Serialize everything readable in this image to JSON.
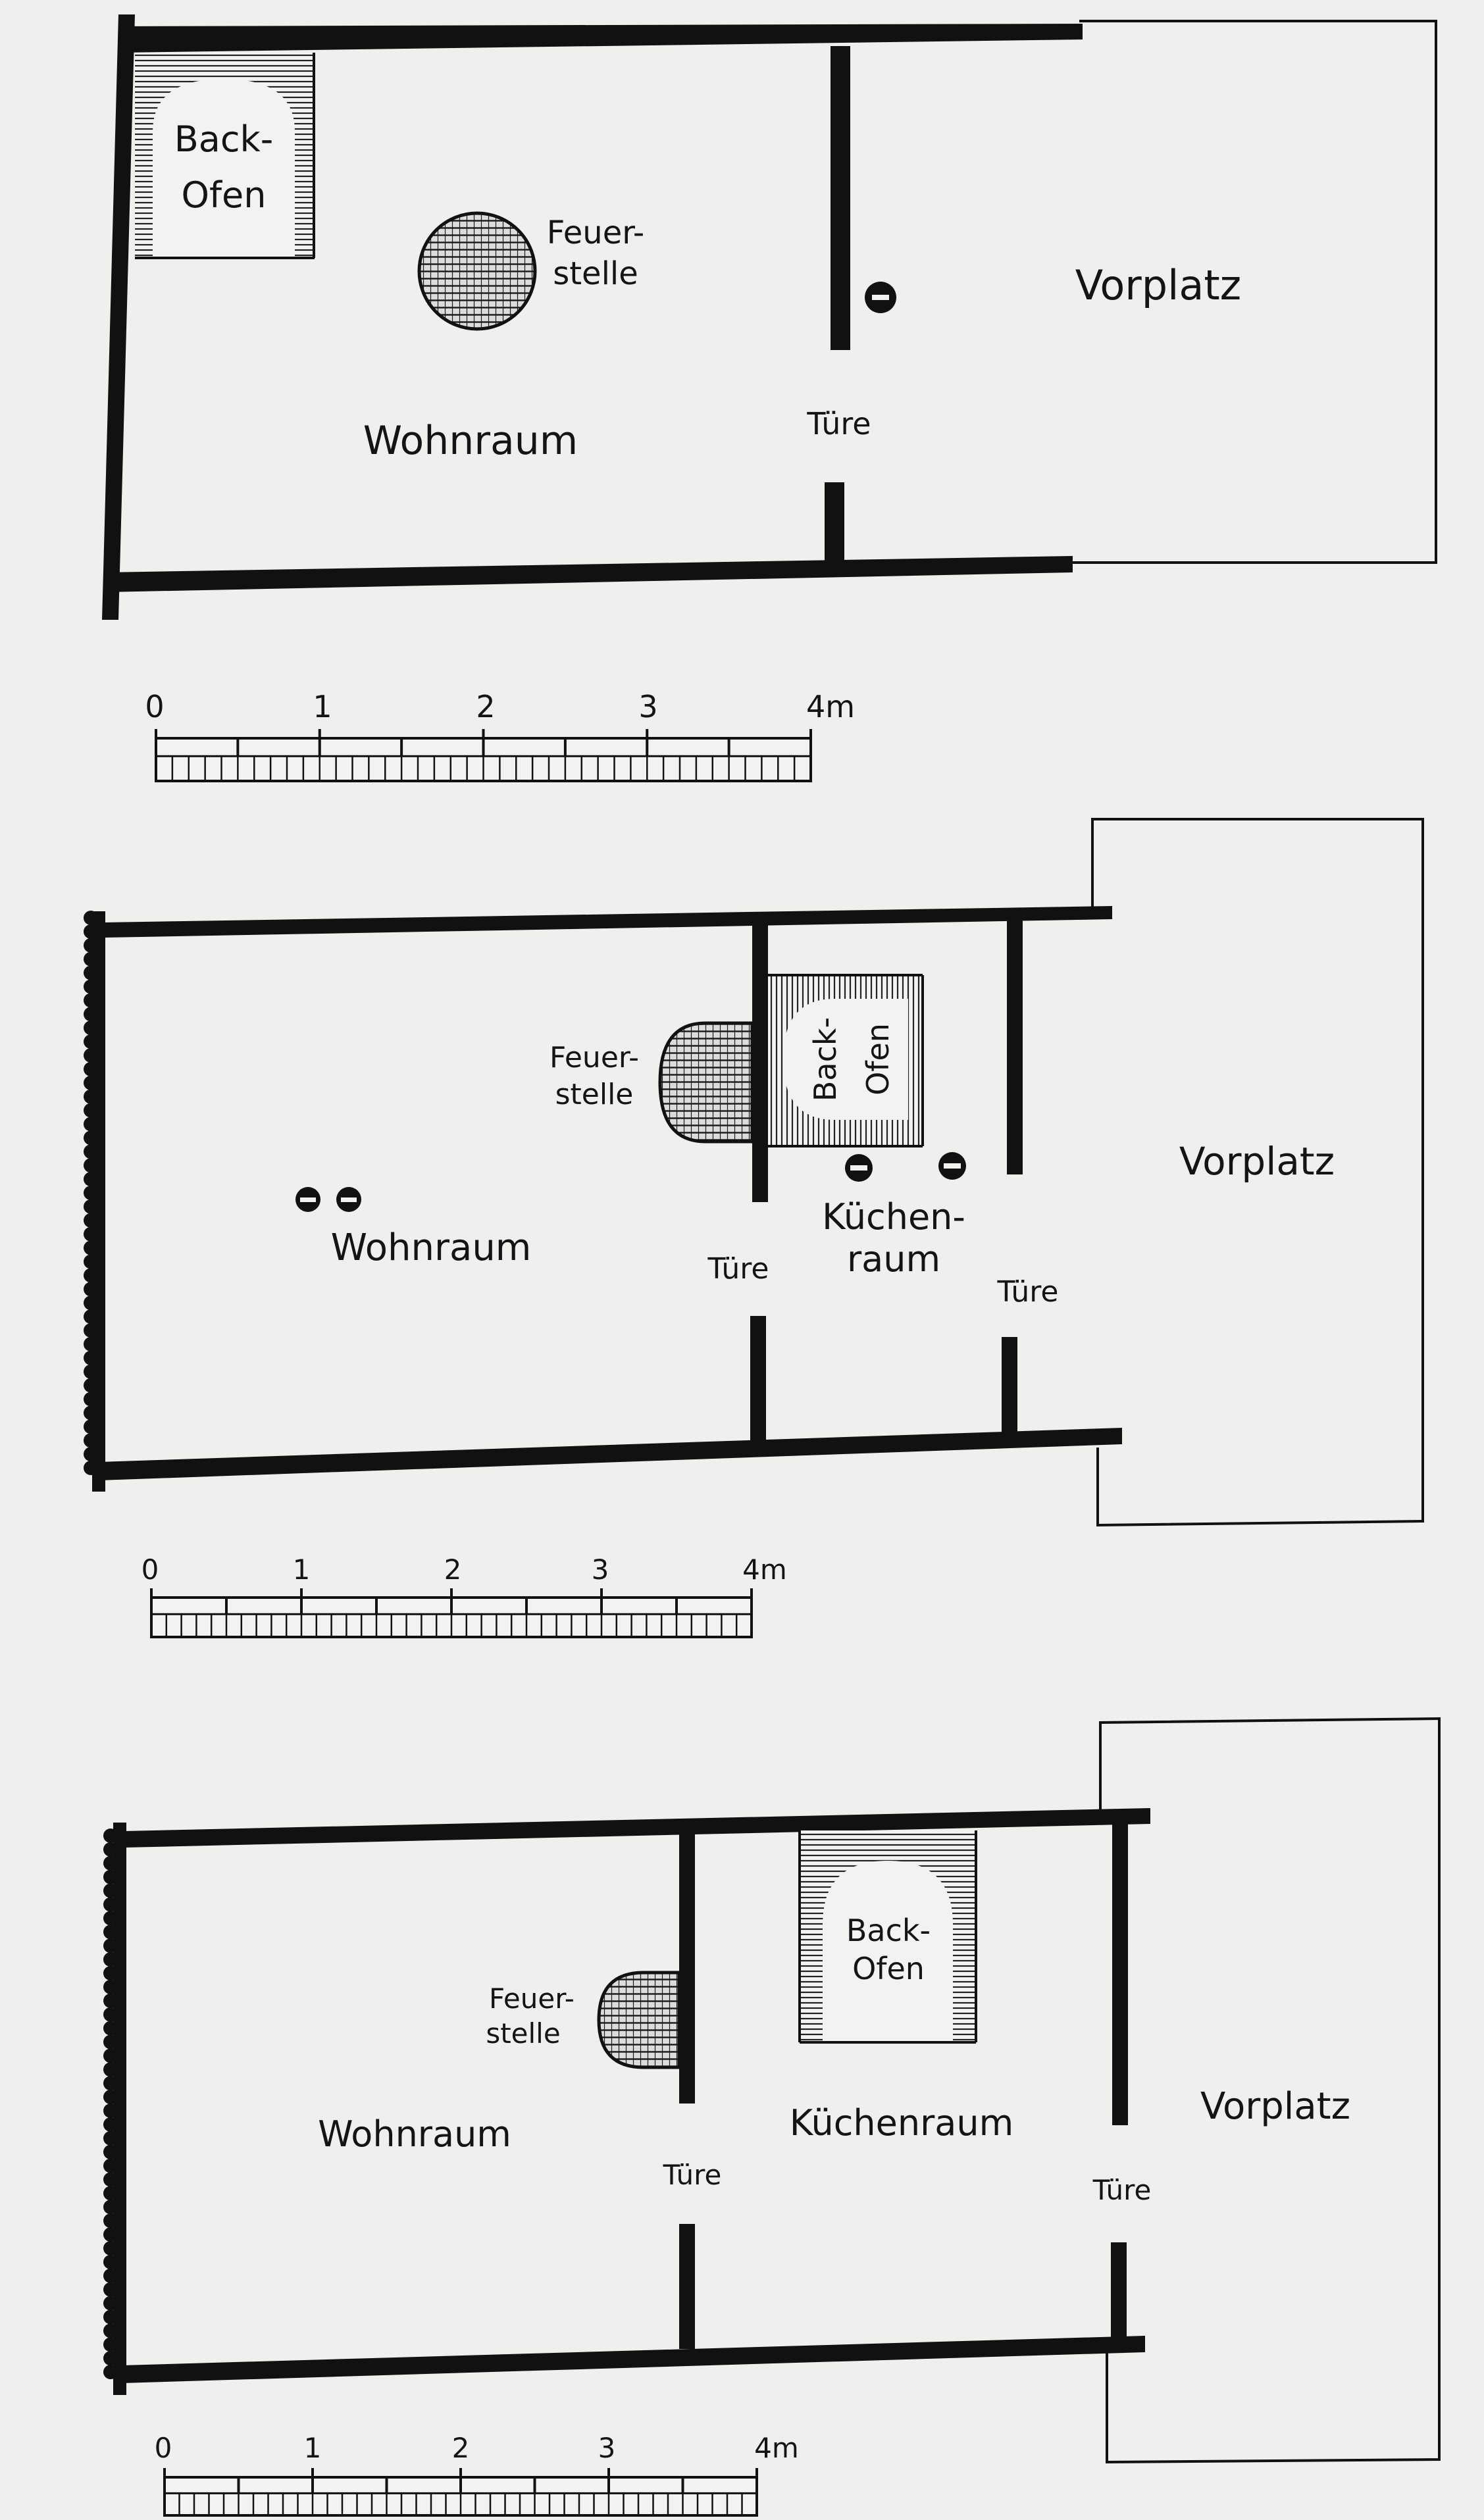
{
  "plans": [
    {
      "back_ofen_lines": [
        "Back-",
        "Ofen"
      ],
      "feuerstelle_lines": [
        "Feuer-",
        "stelle"
      ],
      "wohnraum": "Wohnraum",
      "tuere": "Türe",
      "vorplatz": "Vorplatz",
      "scale": {
        "ticks": [
          "0",
          "1",
          "2",
          "3",
          "4m"
        ]
      }
    },
    {
      "back_ofen_lines": [
        "Back-",
        "Ofen"
      ],
      "feuerstelle_lines": [
        "Feuer-",
        "stelle"
      ],
      "wohnraum": "Wohnraum",
      "kuechenraum_lines": [
        "Küchen-",
        "raum"
      ],
      "tuere_1": "Türe",
      "tuere_2": "Türe",
      "vorplatz": "Vorplatz",
      "scale": {
        "ticks": [
          "0",
          "1",
          "2",
          "3",
          "4m"
        ]
      }
    },
    {
      "back_ofen_lines": [
        "Back-",
        "Ofen"
      ],
      "feuerstelle_lines": [
        "Feuer-",
        "stelle"
      ],
      "wohnraum": "Wohnraum",
      "kuechenraum": "Küchenraum",
      "tuere_1": "Türe",
      "tuere_2": "Türe",
      "vorplatz": "Vorplatz",
      "scale": {
        "ticks": [
          "0",
          "1",
          "2",
          "3",
          "4m"
        ]
      }
    }
  ]
}
